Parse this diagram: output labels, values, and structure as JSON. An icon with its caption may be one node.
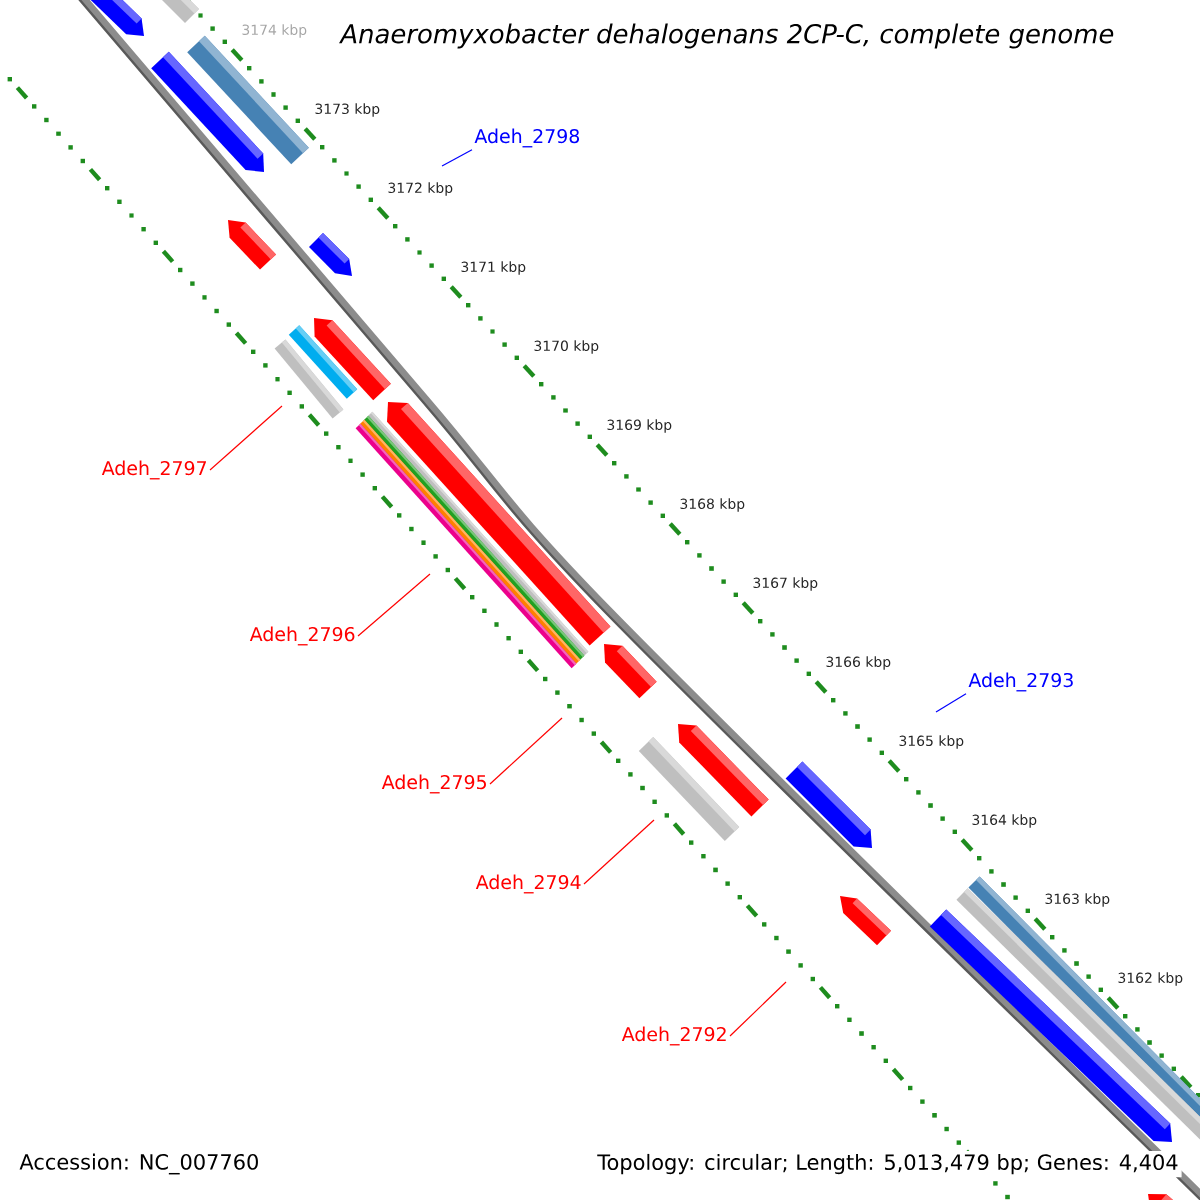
{
  "diagram": {
    "title": "Anaeromyxobacter dehalogenans 2CP-C, complete genome",
    "nodes": [
      {
        "text": [
          "Adeh_2798"
        ]
      },
      {
        "text": [
          "Adeh_2797"
        ]
      },
      {
        "text": [
          "Adeh_2796"
        ]
      },
      {
        "text": [
          "Adeh_2793"
        ]
      },
      {
        "text": [
          "Adeh_2795"
        ]
      },
      {
        "text": [
          "Adeh_2794"
        ]
      },
      {
        "text": [
          "Adeh_2792"
        ]
      }
    ],
    "edges": [
      {
        "from": 0,
        "to": null,
        "arrow": "none",
        "color": "#0000ff"
      },
      {
        "from": 1,
        "to": null,
        "arrow": "none"
      },
      {
        "from": 2,
        "to": null,
        "arrow": "none"
      },
      {
        "from": 3,
        "to": null,
        "arrow": "none",
        "color": "#0000ff"
      },
      {
        "from": 4,
        "to": null,
        "arrow": "none"
      },
      {
        "from": 5,
        "to": null,
        "arrow": "none"
      },
      {
        "from": 6,
        "to": null,
        "arrow": "none"
      }
    ],
    "labels": [
      "3174 kbp",
      "3173 kbp",
      "3172 kbp",
      "3171 kbp",
      "3170 kbp",
      "3169 kbp",
      "3168 kbp",
      "3167 kbp",
      "3166 kbp",
      "3165 kbp",
      "3164 kbp",
      "3163 kbp",
      "3162 kbp",
      "Accession: NC_007760",
      "Topology: circular; Length: 5,013,479 bp; Genes: 4,404"
    ]
  }
}
